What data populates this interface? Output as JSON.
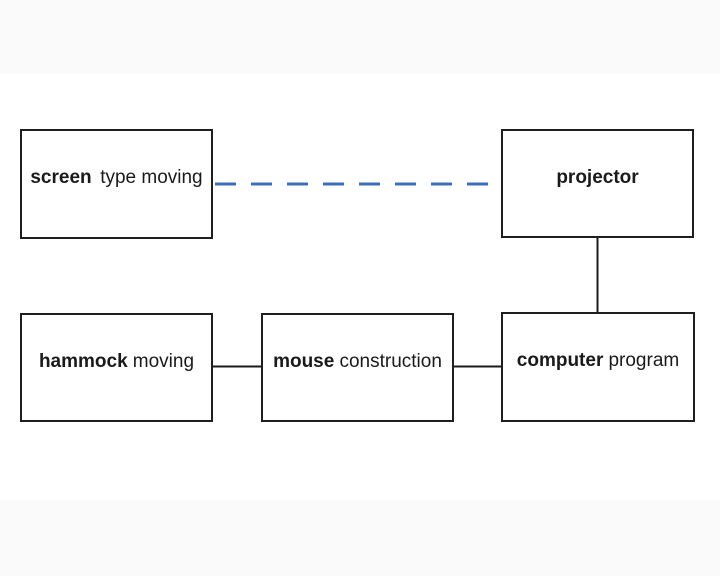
{
  "colors": {
    "background_band": "#fafafa",
    "canvas": "#ffffff",
    "box_border": "#1f1f1f",
    "connector_black": "#1a1a1a",
    "connector_blue": "#3b70b8"
  },
  "nodes": {
    "screen": {
      "bold": "screen",
      "rest": "type moving"
    },
    "projector": {
      "bold": "projector",
      "rest": ""
    },
    "hammock": {
      "bold": "hammock",
      "rest": "moving"
    },
    "mouse": {
      "bold": "mouse",
      "rest": "construction"
    },
    "computer": {
      "bold": "computer",
      "rest": "program"
    }
  },
  "edges": [
    {
      "from": "screen type moving",
      "to": "projector",
      "style": "dashed",
      "color": "#3b70b8"
    },
    {
      "from": "projector",
      "to": "computer program",
      "style": "solid",
      "color": "#1a1a1a"
    },
    {
      "from": "hammock moving",
      "to": "mouse construction",
      "style": "solid",
      "color": "#1a1a1a"
    },
    {
      "from": "mouse construction",
      "to": "computer program",
      "style": "solid",
      "color": "#1a1a1a"
    }
  ]
}
